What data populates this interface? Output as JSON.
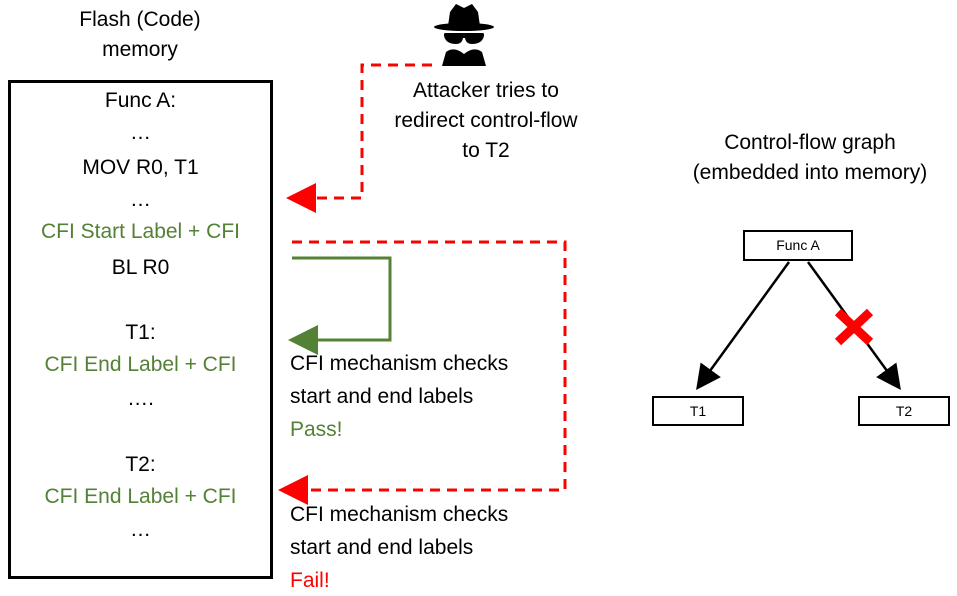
{
  "memory": {
    "title_line1": "Flash (Code)",
    "title_line2": "memory",
    "lines": [
      {
        "text": "Func A:",
        "color": "#000000"
      },
      {
        "text": "…",
        "color": "#000000"
      },
      {
        "text": "MOV R0, T1",
        "color": "#000000"
      },
      {
        "text": "…",
        "color": "#000000"
      },
      {
        "text": "CFI Start Label + CFI",
        "color": "#538135"
      },
      {
        "text": "BL R0",
        "color": "#000000"
      },
      {
        "text": "",
        "color": "#000000"
      },
      {
        "text": "T1:",
        "color": "#000000"
      },
      {
        "text": "CFI End Label + CFI",
        "color": "#538135"
      },
      {
        "text": "….",
        "color": "#000000"
      },
      {
        "text": "",
        "color": "#000000"
      },
      {
        "text": "T2:",
        "color": "#000000"
      },
      {
        "text": "CFI End Label + CFI",
        "color": "#538135"
      },
      {
        "text": "…",
        "color": "#000000"
      }
    ]
  },
  "attacker": {
    "icon": "spy-icon",
    "line1": "Attacker tries to",
    "line2": "redirect control-flow",
    "line3": "to T2"
  },
  "check_pass": {
    "line1": "CFI mechanism checks",
    "line2": "start and end labels",
    "result": "Pass!"
  },
  "check_fail": {
    "line1": "CFI mechanism checks",
    "line2": "start and end labels",
    "result": "Fail!"
  },
  "cfg": {
    "title_line1": "Control-flow graph",
    "title_line2": "(embedded into memory)",
    "node_root": "Func A",
    "node_left": "T1",
    "node_right": "T2",
    "blocked_icon": "red-x-icon"
  },
  "colors": {
    "green": "#538135",
    "red": "#ff0000",
    "attack_dash": "#ff0000"
  }
}
